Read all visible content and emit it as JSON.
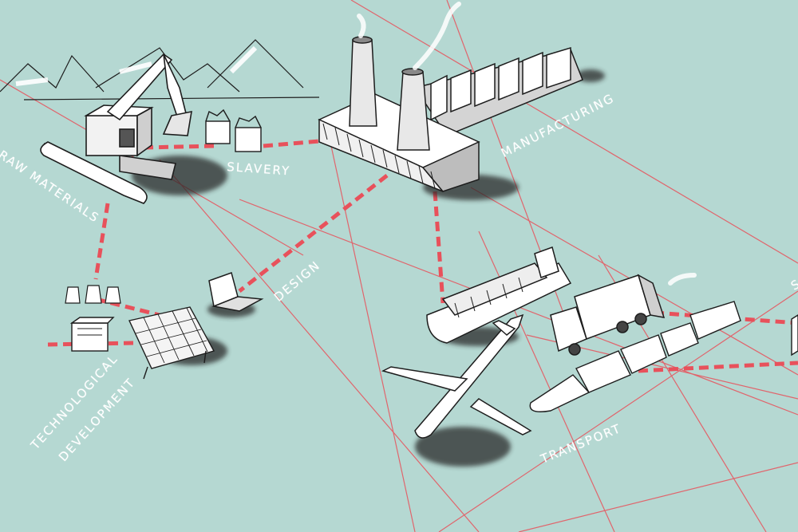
{
  "colors": {
    "background": "#b5d8d2",
    "connector": "#e8515b",
    "ink": "#1d1d1d",
    "label": "#ffffff"
  },
  "labels": {
    "raw_materials": "RAW MATERIALS",
    "slavery": "SLAVERY",
    "manufacturing": "MANUFACTURING",
    "design": "DESIGN",
    "technological_development": "TECHNOLOGICAL",
    "technological_development_2": "DEVELOPMENT",
    "transport": "TRANSPORT",
    "cut_off": "S"
  },
  "icons": [
    "excavator-icon",
    "mountains-icon",
    "crates-icon",
    "factory-icon",
    "laptop-icon",
    "solar-panel-icon",
    "cooling-towers-icon",
    "control-box-icon",
    "container-ship-icon",
    "truck-icon",
    "airplane-icon",
    "train-icon"
  ]
}
